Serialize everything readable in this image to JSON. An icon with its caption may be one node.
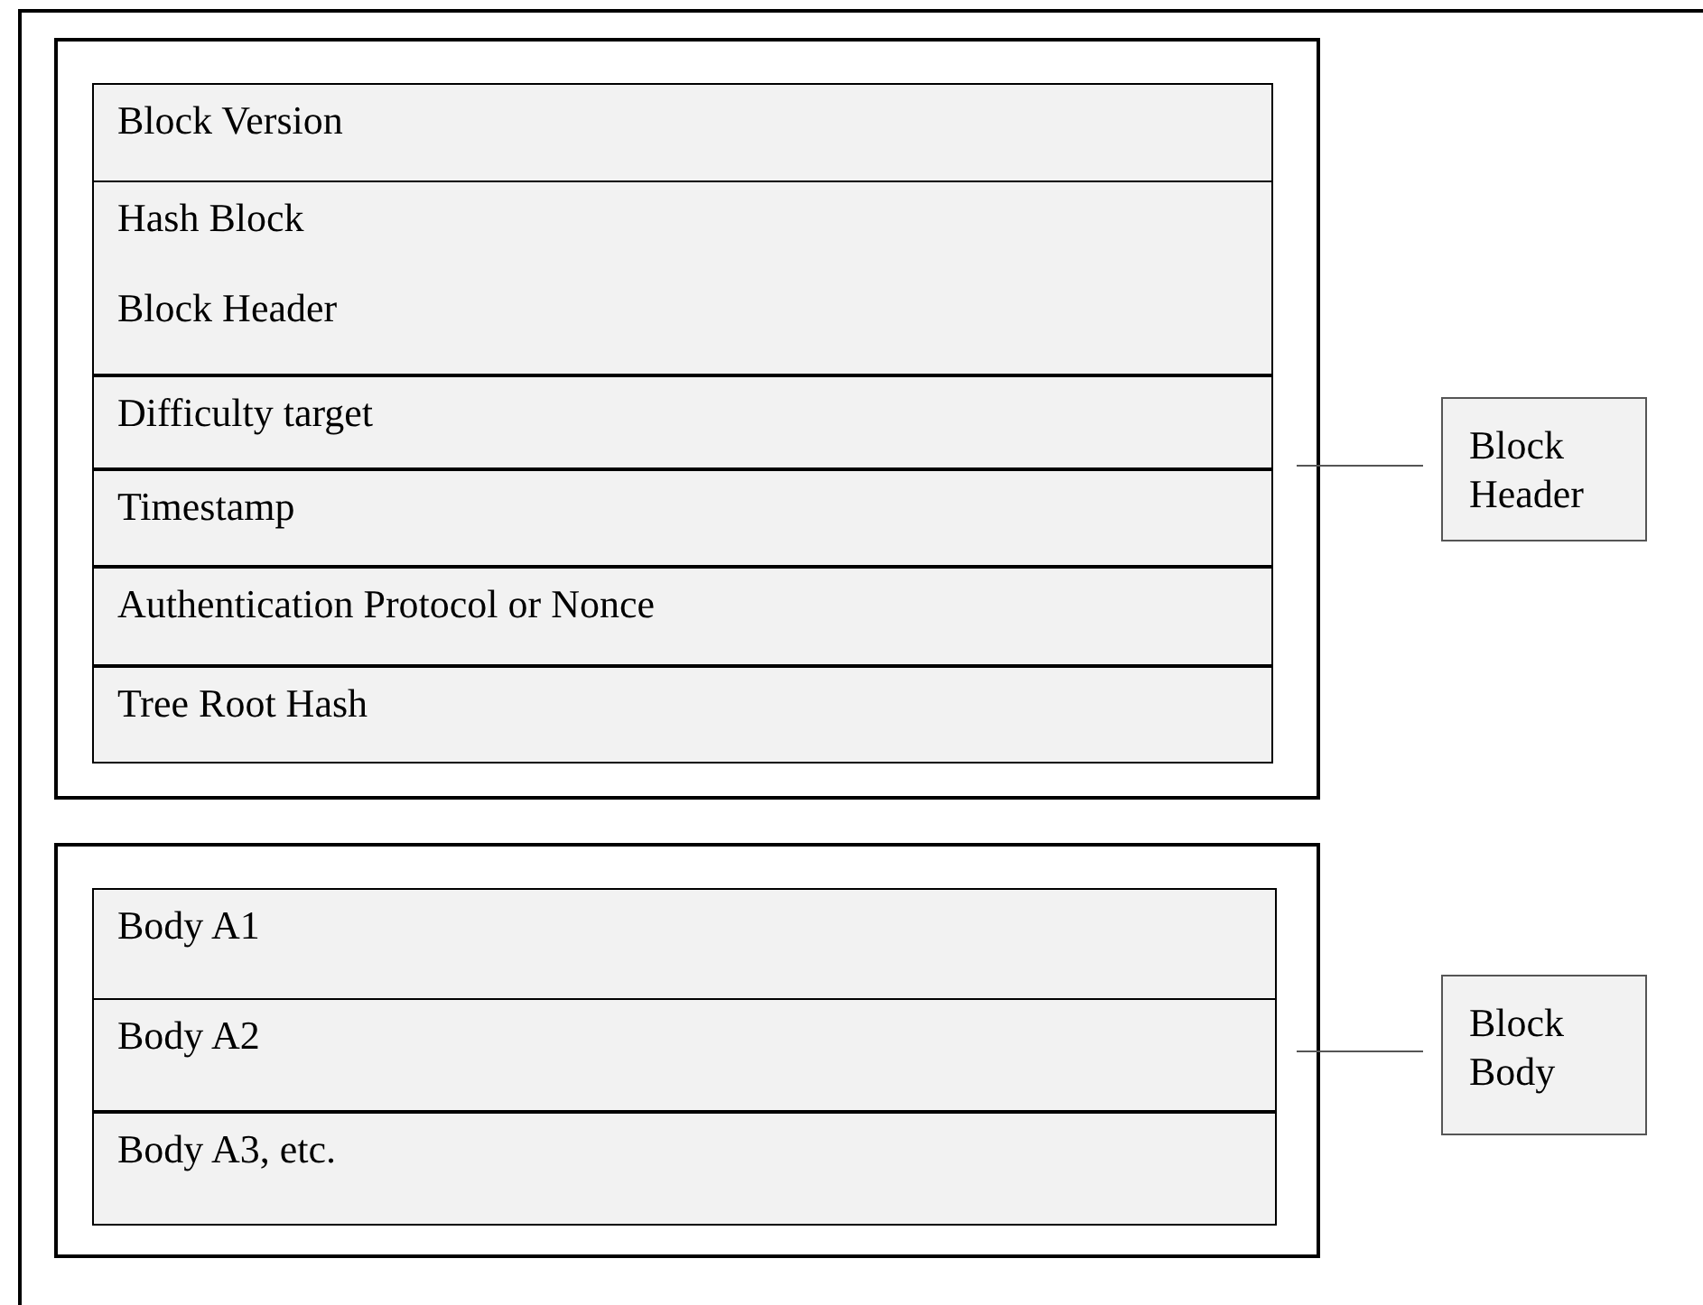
{
  "diagram": {
    "nodes": [
      {
        "text": [],
        "shape": "box"
      },
      {
        "text": [],
        "shape": "box",
        "in": 0
      },
      {
        "text": [
          "Block Version"
        ],
        "in": 1
      },
      {
        "text": [
          "Hash Block",
          "Block Header"
        ],
        "in": 1
      },
      {
        "text": [
          "Difficulty target"
        ],
        "in": 1
      },
      {
        "text": [
          "Timestamp"
        ],
        "in": 1
      },
      {
        "text": [
          "Authentication Protocol or Nonce"
        ],
        "in": 1
      },
      {
        "text": [
          "Tree Root Hash"
        ],
        "in": 1
      },
      {
        "text": [
          "Block Header"
        ],
        "in": 0
      },
      {
        "text": [],
        "shape": "box",
        "in": 0
      },
      {
        "text": [
          "Body A1"
        ],
        "in": 9
      },
      {
        "text": [
          "Body A2"
        ],
        "in": 9
      },
      {
        "text": [
          "Body A3, etc."
        ],
        "in": 9
      },
      {
        "text": [
          "Block Body"
        ],
        "in": 0
      }
    ],
    "edges": [
      {
        "from": 1,
        "to": 8,
        "arrow": "none"
      },
      {
        "from": 9,
        "to": 13,
        "arrow": "none"
      }
    ]
  }
}
